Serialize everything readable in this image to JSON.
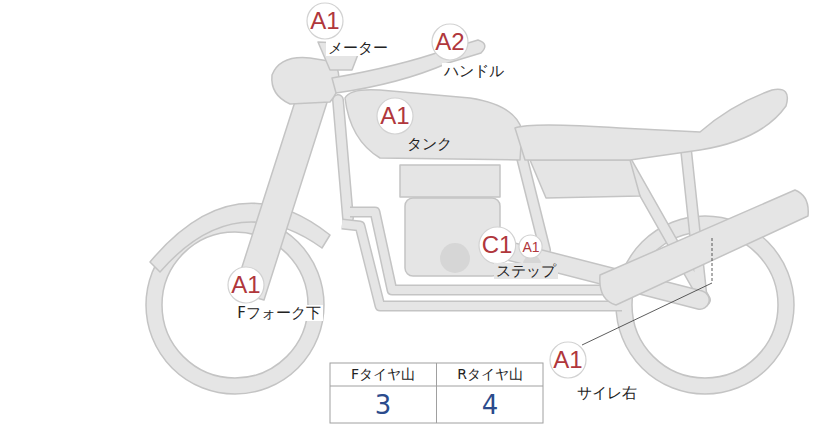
{
  "diagram": {
    "nodes": [
      {
        "text": [
          "A1"
        ]
      },
      {
        "text": [
          "A2"
        ]
      },
      {
        "text": [
          "A1"
        ]
      },
      {
        "text": [
          "C1"
        ]
      },
      {
        "text": [
          "A1"
        ]
      },
      {
        "text": [
          "A1"
        ]
      },
      {
        "text": [
          "A1"
        ]
      }
    ],
    "labels": [
      "メーター",
      "ハンドル",
      "タンク",
      "ステップ",
      "Fフォーク下",
      "サイレ右",
      "Fタイヤ山",
      "Rタイヤ山",
      "3",
      "4"
    ]
  }
}
